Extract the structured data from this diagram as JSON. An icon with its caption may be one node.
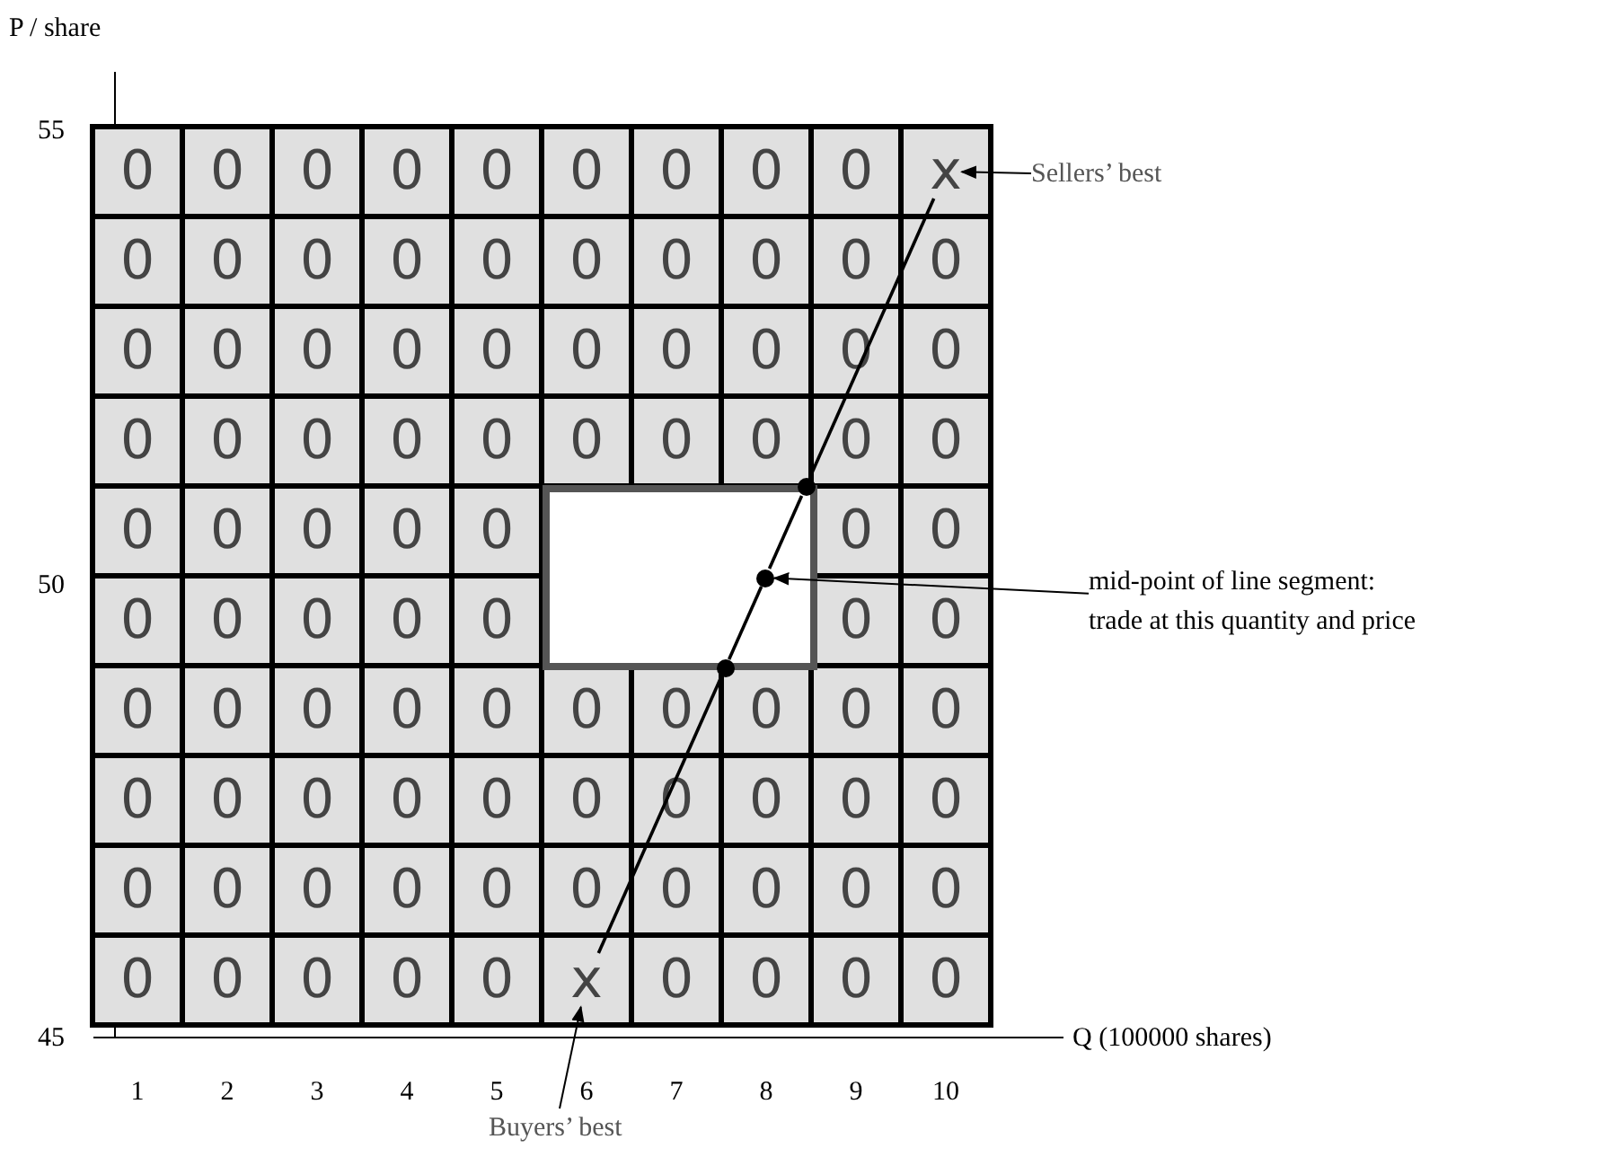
{
  "diagram": {
    "nodes": [
      {
        "text": [
          "Sellers’ best"
        ]
      },
      {
        "text": [
          "x"
        ]
      },
      {
        "text": [
          "mid-point of line segment: trade at this quantity and price"
        ]
      },
      {
        "text": [],
        "shape": "circle"
      },
      {
        "text": [],
        "shape": "circle"
      },
      {
        "text": [],
        "shape": "circle"
      },
      {
        "text": [
          "x"
        ]
      },
      {
        "text": [
          "Buyers’ best"
        ]
      }
    ],
    "edges": [
      {
        "from": 0,
        "to": 1,
        "arrow": "to"
      },
      {
        "from": 2,
        "to": 4,
        "arrow": "to"
      },
      {
        "from": 7,
        "to": 6,
        "arrow": "to"
      },
      {
        "from": 6,
        "to": 5,
        "arrow": "none"
      },
      {
        "from": 5,
        "to": 4,
        "arrow": "none"
      },
      {
        "from": 4,
        "to": 3,
        "arrow": "none"
      },
      {
        "from": 3,
        "to": 1,
        "arrow": "none"
      }
    ],
    "labels": [
      "P / share",
      "55",
      "50",
      "45",
      "Q (100000 shares)",
      "1",
      "2",
      "3",
      "4",
      "5",
      "6",
      "7",
      "8",
      "9",
      "10",
      "0",
      "0",
      "0",
      "0",
      "0",
      "0",
      "0",
      "0",
      "0",
      "0",
      "0",
      "0",
      "0",
      "0",
      "0",
      "0",
      "0",
      "0",
      "0",
      "0",
      "0",
      "0",
      "0",
      "0",
      "0",
      "0",
      "0",
      "0",
      "0",
      "0",
      "0",
      "0",
      "0",
      "0",
      "0",
      "0",
      "0",
      "0",
      "0",
      "0",
      "0",
      "0",
      "0",
      "0",
      "0",
      "0",
      "0",
      "0",
      "0",
      "0",
      "0",
      "0",
      "0",
      "0",
      "0",
      "0",
      "0",
      "0",
      "0",
      "0",
      "0",
      "0",
      "0",
      "0",
      "0",
      "0",
      "0",
      "0",
      "0",
      "0",
      "0",
      "0",
      "0",
      "0",
      "0",
      "0",
      "0",
      "0",
      "0",
      "0",
      "0",
      "0",
      "0",
      "0",
      "0",
      "0",
      "0",
      "0",
      "0",
      "0",
      "0",
      "0"
    ]
  }
}
